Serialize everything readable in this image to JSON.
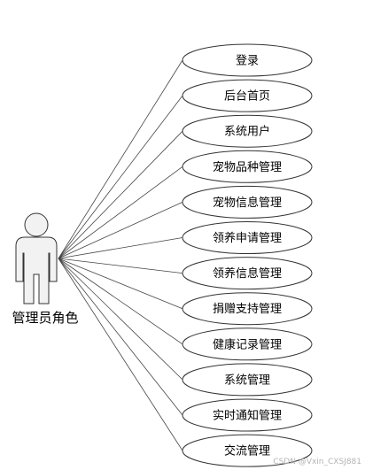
{
  "actor": {
    "label": "管理员角色"
  },
  "use_cases": [
    "登录",
    "后台首页",
    "系统用户",
    "宠物品种管理",
    "宠物信息管理",
    "领养申请管理",
    "领养信息管理",
    "捐赠支持管理",
    "健康记录管理",
    "系统管理",
    "实时通知管理",
    "交流管理"
  ],
  "watermark": "CSDN @Vxin_CXSJ881",
  "colors": {
    "actor_fill": "#f2f2f2",
    "stroke": "#333333"
  }
}
